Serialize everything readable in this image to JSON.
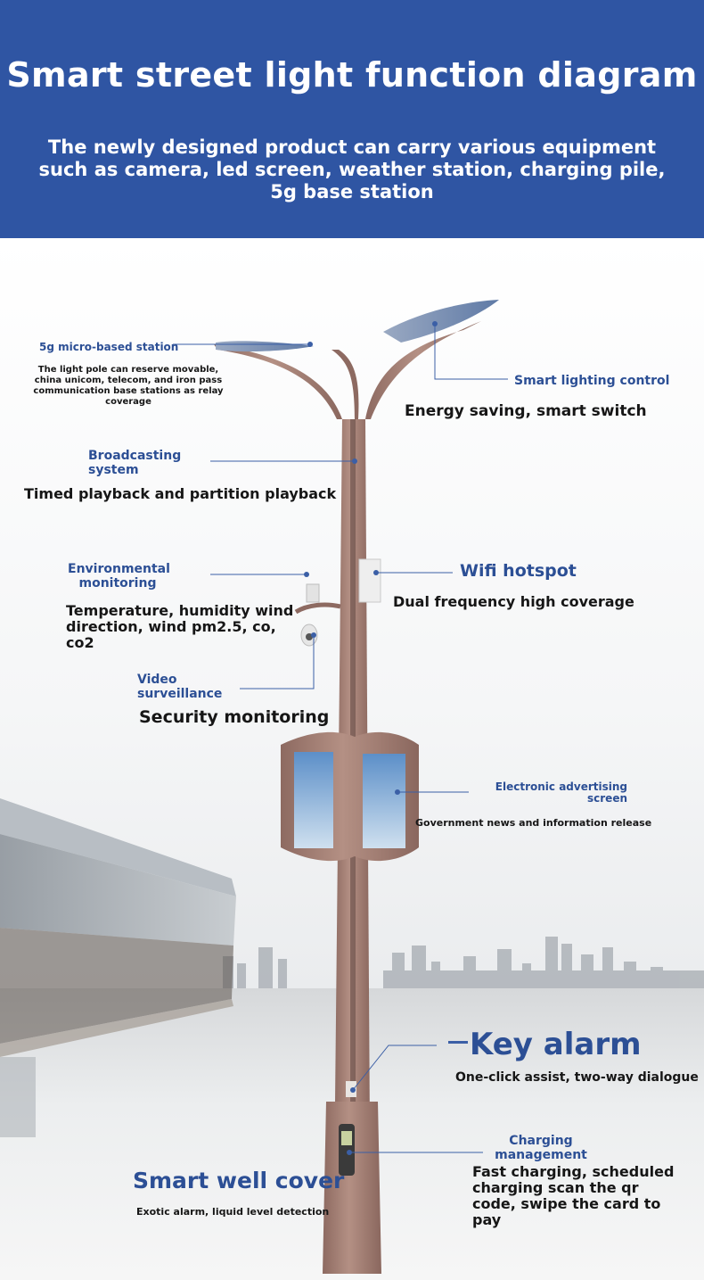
{
  "header": {
    "title": "Smart street light function diagram",
    "subtitle": "The newly designed product can carry various equipment such as camera, led screen, weather station, charging pile, 5g base station"
  },
  "colors": {
    "header_bg": "#2f55a3",
    "label": "#2c4f95",
    "pole": "#a07e74",
    "line": "#3b5fa6"
  },
  "features": {
    "base_station": {
      "label": "5g micro-based station",
      "desc": "The light pole can reserve movable, china unicom, telecom, and iron pass communication base stations as relay coverage"
    },
    "lighting": {
      "label": "Smart lighting control",
      "desc": "Energy saving, smart switch"
    },
    "broadcast": {
      "label": "Broadcasting system",
      "desc": "Timed playback and partition playback"
    },
    "wifi": {
      "label": "Wifi hotspot",
      "desc": "Dual frequency high coverage"
    },
    "environment": {
      "label": "Environmental monitoring",
      "desc": "Temperature, humidity wind direction, wind pm2.5, co, co2"
    },
    "video": {
      "label": "Video surveillance",
      "desc": "Security monitoring"
    },
    "advertising": {
      "label": "Electronic advertising screen",
      "desc": "Government news and information release"
    },
    "key_alarm": {
      "label": "Key alarm",
      "desc": "One-click assist, two-way dialogue"
    },
    "charging": {
      "label": "Charging management",
      "desc": "Fast charging, scheduled charging scan the qr code, swipe the card to pay"
    },
    "well_cover": {
      "label": "Smart well cover",
      "desc": "Exotic alarm, liquid level detection"
    }
  }
}
